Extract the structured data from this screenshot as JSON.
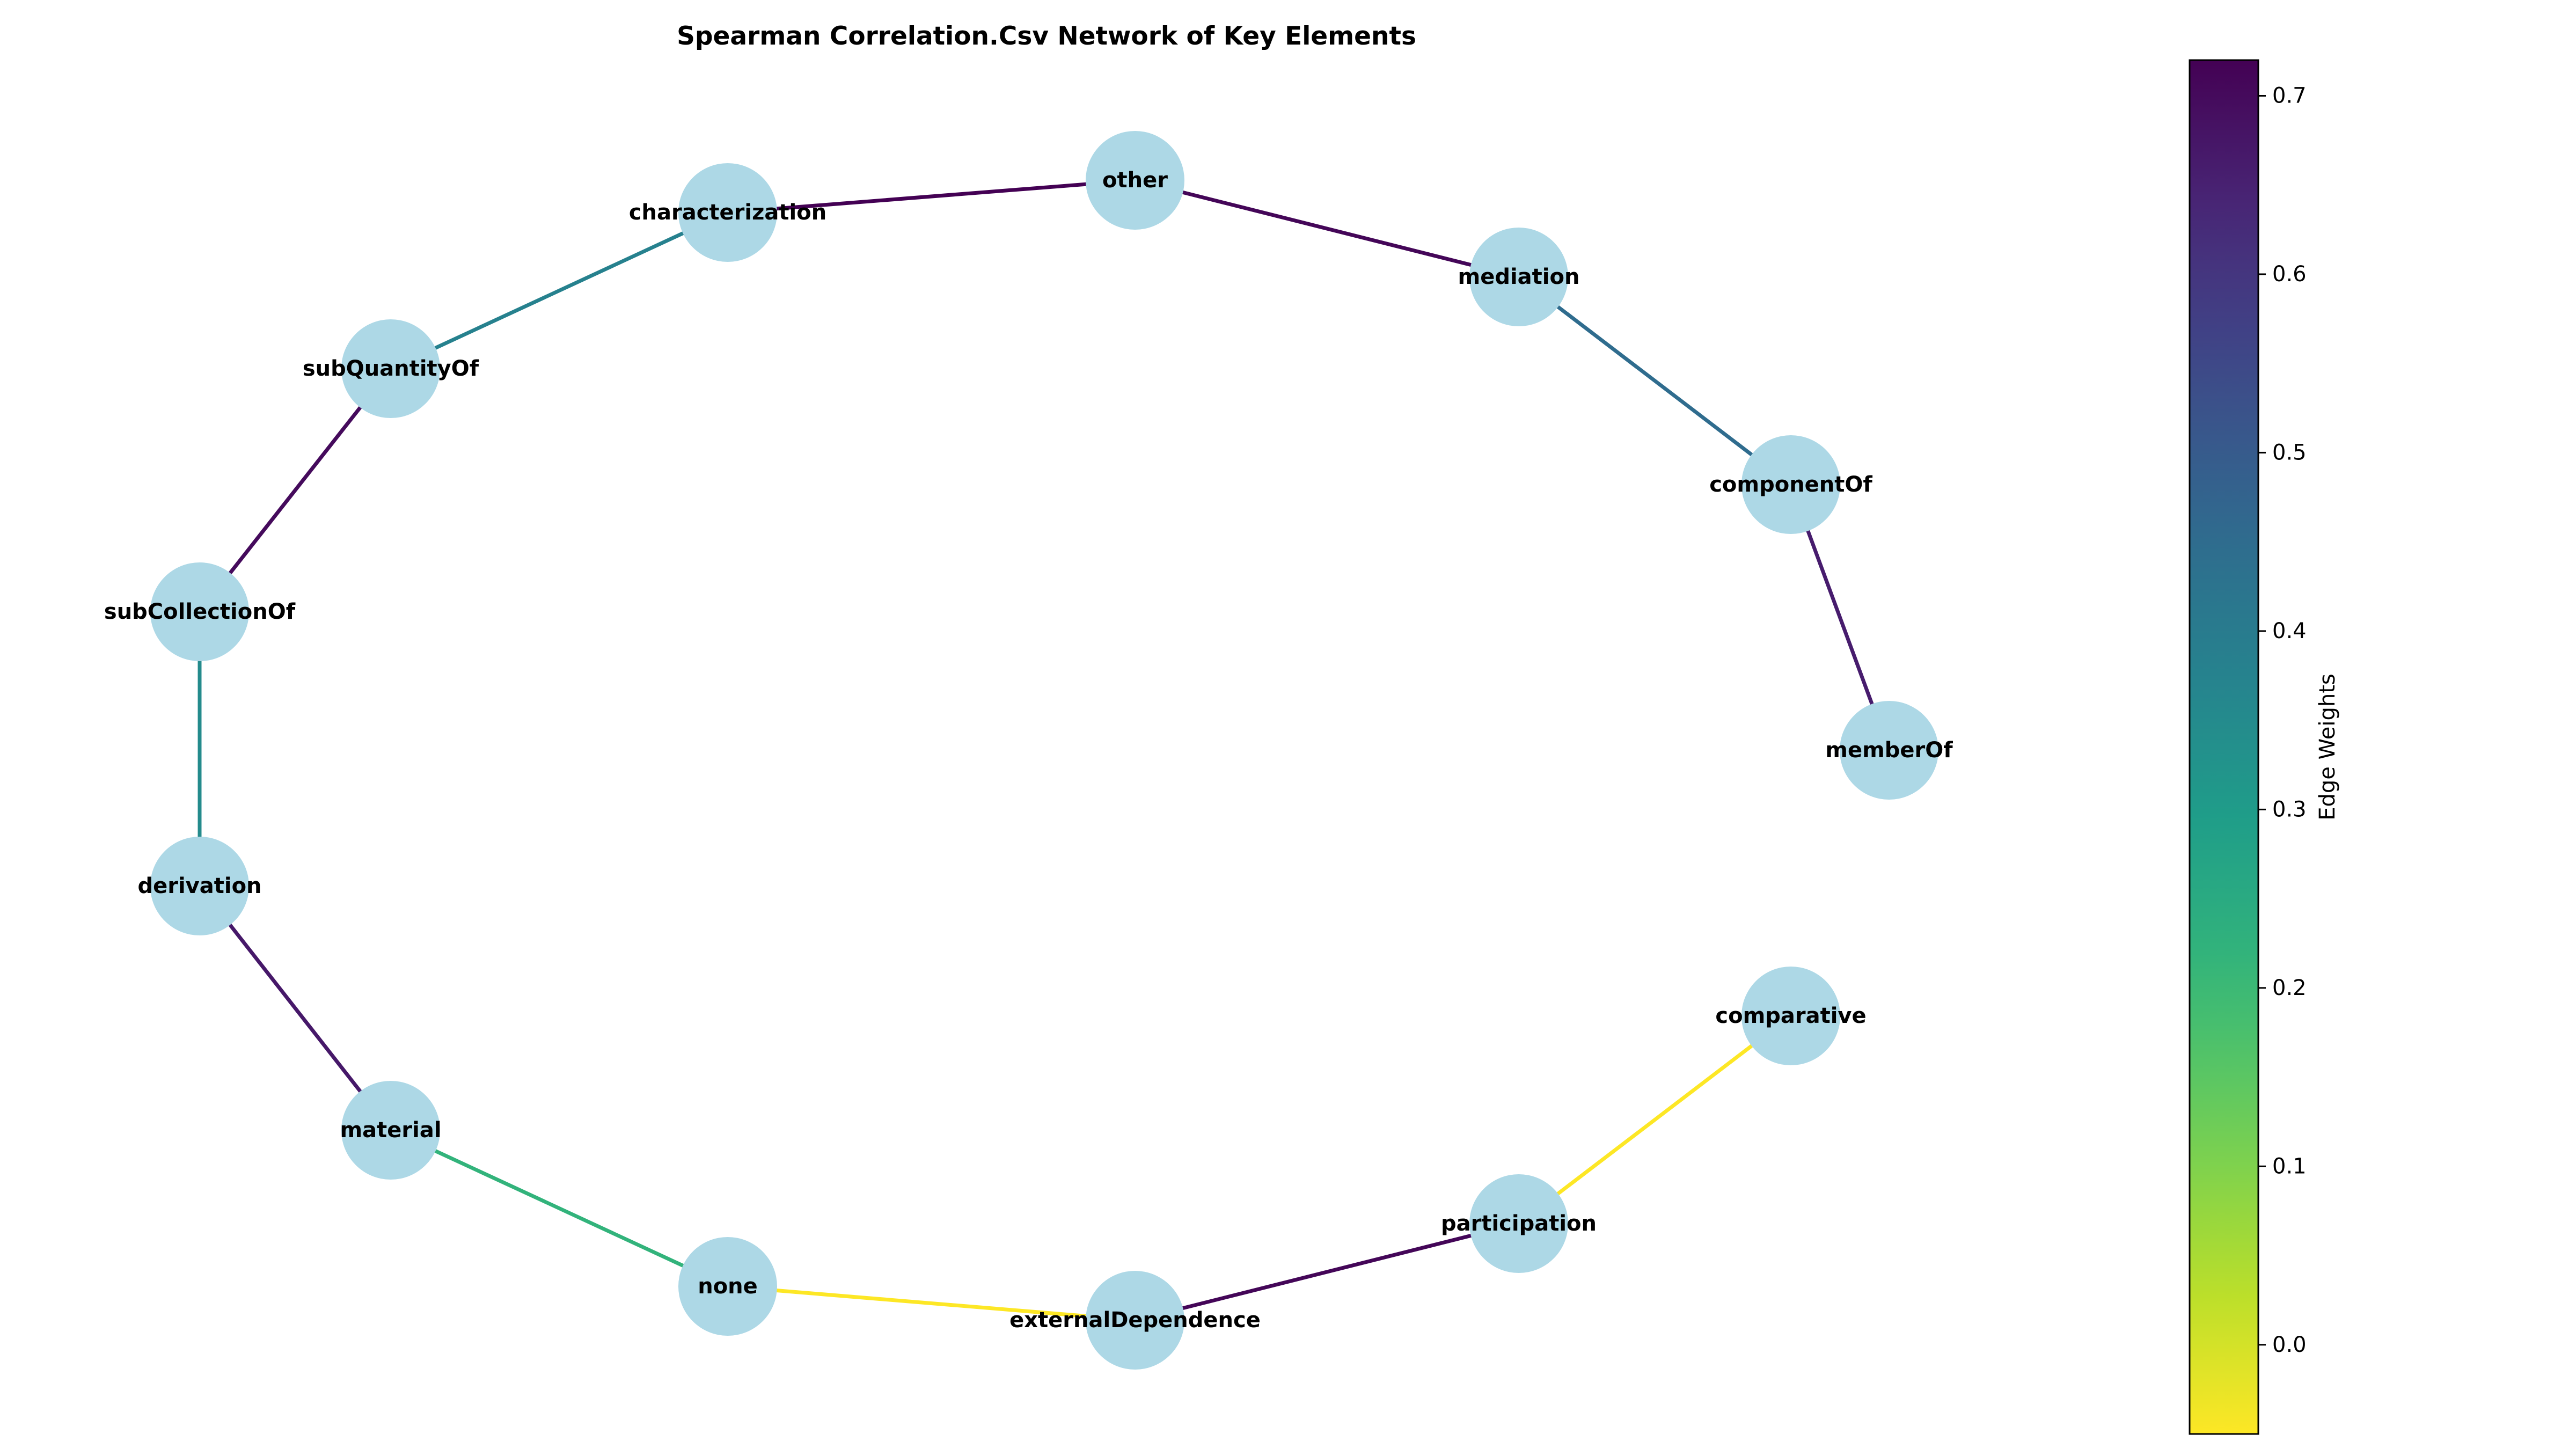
{
  "title": "Spearman Correlation.Csv Network of Key Elements",
  "node_color": "#add8e6",
  "nodes": [
    {
      "id": "other",
      "label": "other"
    },
    {
      "id": "mediation",
      "label": "mediation"
    },
    {
      "id": "componentOf",
      "label": "componentOf"
    },
    {
      "id": "memberOf",
      "label": "memberOf"
    },
    {
      "id": "comparative",
      "label": "comparative"
    },
    {
      "id": "participation",
      "label": "participation"
    },
    {
      "id": "externalDependence",
      "label": "externalDependence"
    },
    {
      "id": "none",
      "label": "none"
    },
    {
      "id": "material",
      "label": "material"
    },
    {
      "id": "derivation",
      "label": "derivation"
    },
    {
      "id": "subCollectionOf",
      "label": "subCollectionOf"
    },
    {
      "id": "subQuantityOf",
      "label": "subQuantityOf"
    },
    {
      "id": "characterization",
      "label": "characterization"
    }
  ],
  "edges": [
    {
      "source": "characterization",
      "target": "other",
      "weight": 0.72
    },
    {
      "source": "other",
      "target": "mediation",
      "weight": 0.71
    },
    {
      "source": "mediation",
      "target": "componentOf",
      "weight": 0.45
    },
    {
      "source": "componentOf",
      "target": "memberOf",
      "weight": 0.66
    },
    {
      "source": "subQuantityOf",
      "target": "characterization",
      "weight": 0.38
    },
    {
      "source": "subCollectionOf",
      "target": "subQuantityOf",
      "weight": 0.7
    },
    {
      "source": "subCollectionOf",
      "target": "derivation",
      "weight": 0.35
    },
    {
      "source": "derivation",
      "target": "material",
      "weight": 0.67
    },
    {
      "source": "material",
      "target": "none",
      "weight": 0.22
    },
    {
      "source": "none",
      "target": "externalDependence",
      "weight": -0.05
    },
    {
      "source": "externalDependence",
      "target": "participation",
      "weight": 0.71
    },
    {
      "source": "participation",
      "target": "comparative",
      "weight": -0.05
    }
  ],
  "colorbar": {
    "label": "Edge Weights",
    "colormap": "viridis_r",
    "vmin": -0.05,
    "vmax": 0.72,
    "ticks": [
      0.0,
      0.1,
      0.2,
      0.3,
      0.4,
      0.5,
      0.6,
      0.7
    ],
    "tick_labels": [
      "0.0",
      "0.1",
      "0.2",
      "0.3",
      "0.4",
      "0.5",
      "0.6",
      "0.7"
    ]
  }
}
